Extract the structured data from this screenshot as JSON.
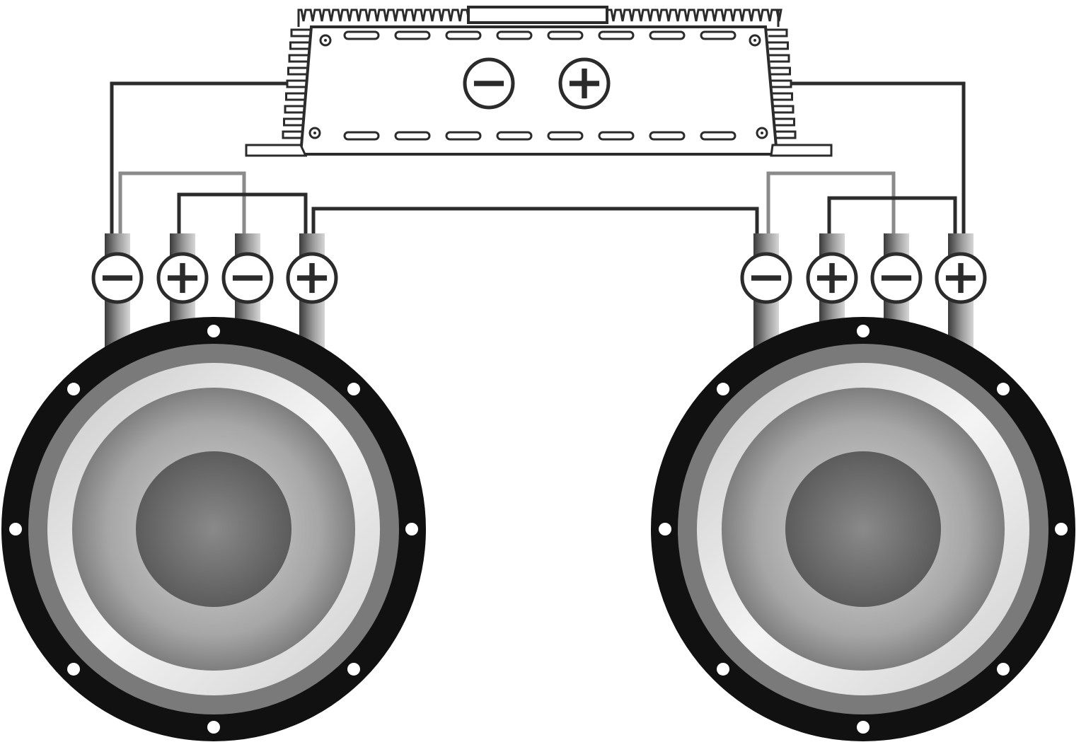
{
  "diagram": {
    "amplifier": {
      "terminals": [
        {
          "id": "amp-neg",
          "symbol": "minus"
        },
        {
          "id": "amp-pos",
          "symbol": "plus"
        }
      ]
    },
    "subwoofers": [
      {
        "id": "sub-left",
        "terminals": [
          {
            "id": "l1",
            "symbol": "minus"
          },
          {
            "id": "l2",
            "symbol": "plus"
          },
          {
            "id": "l3",
            "symbol": "minus"
          },
          {
            "id": "l4",
            "symbol": "plus"
          }
        ]
      },
      {
        "id": "sub-right",
        "terminals": [
          {
            "id": "r1",
            "symbol": "minus"
          },
          {
            "id": "r2",
            "symbol": "plus"
          },
          {
            "id": "r3",
            "symbol": "minus"
          },
          {
            "id": "r4",
            "symbol": "plus"
          }
        ]
      }
    ],
    "wires": [
      {
        "id": "amp-neg-to-l1",
        "color": "#2b2b2b"
      },
      {
        "id": "l1-to-l3",
        "color": "#8a8a8a"
      },
      {
        "id": "l2-to-l4",
        "color": "#2b2b2b"
      },
      {
        "id": "l4-to-r1",
        "color": "#2b2b2b"
      },
      {
        "id": "r1-to-r3",
        "color": "#8a8a8a"
      },
      {
        "id": "r2-to-r4",
        "color": "#2b2b2b"
      },
      {
        "id": "amp-pos-to-r4",
        "color": "#2b2b2b"
      }
    ],
    "colors": {
      "outline": "#2b2b2b",
      "surround": "#111111",
      "cone": "#9a9a9a",
      "dustcap": "#6a6a6a",
      "terminal_fill": "#ffffff"
    }
  }
}
